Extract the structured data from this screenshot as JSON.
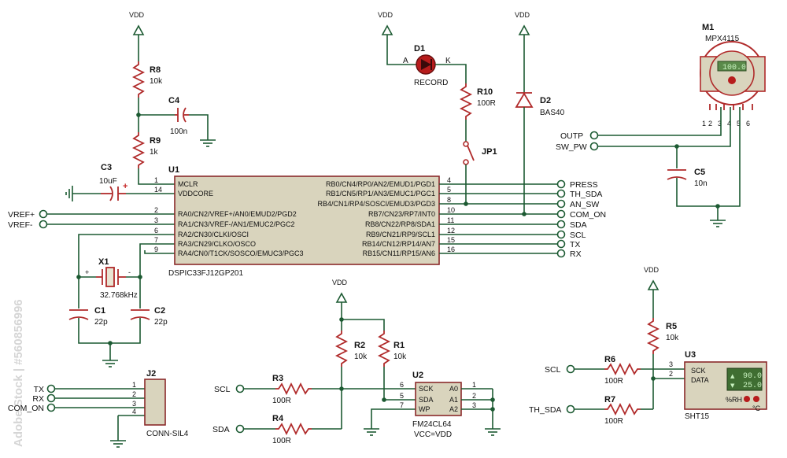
{
  "watermark": "Adobe Stock | #560856996",
  "power": {
    "vdd": "VDD"
  },
  "u1": {
    "ref": "U1",
    "part": "DSPIC33FJ12GP201",
    "left_pins": [
      {
        "num": "1",
        "name": "MCLR"
      },
      {
        "num": "14",
        "name": "VDDCORE"
      },
      {
        "num": "2",
        "name": "RA0/CN2/VREF+/AN0/EMUD2/PGD2"
      },
      {
        "num": "3",
        "name": "RA1/CN3/VREF-/AN1/EMUC2/PGC2"
      },
      {
        "num": "6",
        "name": "RA2/CN30/CLKI/OSCI"
      },
      {
        "num": "7",
        "name": "RA3/CN29/CLKO/OSCO"
      },
      {
        "num": "9",
        "name": "RA4/CN0/T1CK/SOSCO/EMUC3/PGC3"
      }
    ],
    "right_pins": [
      {
        "num": "4",
        "name": "RB0/CN4/RP0/AN2/EMUD1/PGD1",
        "net": "PRESS"
      },
      {
        "num": "5",
        "name": "RB1/CN5/RP1/AN3/EMUC1/PGC1",
        "net": "TH_SDA"
      },
      {
        "num": "8",
        "name": "RB4/CN1/RP4/SOSCI/EMUD3/PGD3",
        "net": "AN_SW"
      },
      {
        "num": "10",
        "name": "RB7/CN23/RP7/INT0",
        "net": "COM_ON"
      },
      {
        "num": "11",
        "name": "RB8/CN22/RP8/SDA1",
        "net": "SDA"
      },
      {
        "num": "12",
        "name": "RB9/CN21/RP9/SCL1",
        "net": "SCL"
      },
      {
        "num": "15",
        "name": "RB14/CN12/RP14/AN7",
        "net": "TX"
      },
      {
        "num": "16",
        "name": "RB15/CN11/RP15/AN6",
        "net": "RX"
      }
    ]
  },
  "vref": {
    "plus": "VREF+",
    "minus": "VREF-"
  },
  "r8": {
    "ref": "R8",
    "value": "10k"
  },
  "r9": {
    "ref": "R9",
    "value": "1k"
  },
  "c4": {
    "ref": "C4",
    "value": "100n"
  },
  "c3": {
    "ref": "C3",
    "value": "10uF",
    "polarity": "+"
  },
  "x1": {
    "ref": "X1",
    "value": "32.768kHz",
    "plus": "+",
    "minus": "-"
  },
  "c1": {
    "ref": "C1",
    "value": "22p"
  },
  "c2": {
    "ref": "C2",
    "value": "22p"
  },
  "d1": {
    "ref": "D1",
    "name": "RECORD",
    "anode": "A",
    "cathode": "K"
  },
  "r10": {
    "ref": "R10",
    "value": "100R"
  },
  "jp1": {
    "ref": "JP1"
  },
  "d2": {
    "ref": "D2",
    "value": "BAS40"
  },
  "m1": {
    "ref": "M1",
    "part": "MPX4115",
    "display": "100.0",
    "pins": [
      "1",
      "2",
      "3",
      "4",
      "5",
      "6"
    ],
    "nets": {
      "outp": "OUTP",
      "sw_pw": "SW_PW"
    }
  },
  "c5": {
    "ref": "C5",
    "value": "10n"
  },
  "j2": {
    "ref": "J2",
    "part": "CONN-SIL4",
    "pins": [
      {
        "num": "1",
        "net": "TX"
      },
      {
        "num": "2",
        "net": "RX"
      },
      {
        "num": "3",
        "net": "COM_ON"
      },
      {
        "num": "4",
        "net": ""
      }
    ]
  },
  "r2": {
    "ref": "R2",
    "value": "10k"
  },
  "r1": {
    "ref": "R1",
    "value": "10k"
  },
  "r3": {
    "ref": "R3",
    "value": "100R"
  },
  "r4": {
    "ref": "R4",
    "value": "100R"
  },
  "u2": {
    "ref": "U2",
    "part": "FM24CL64",
    "note": "VCC=VDD",
    "left_pins": [
      {
        "num": "6",
        "name": "SCK"
      },
      {
        "num": "5",
        "name": "SDA"
      },
      {
        "num": "7",
        "name": "WP"
      }
    ],
    "right_pins": [
      {
        "num": "1",
        "name": "A0"
      },
      {
        "num": "2",
        "name": "A1"
      },
      {
        "num": "3",
        "name": "A2"
      }
    ],
    "nets": {
      "scl": "SCL",
      "sda": "SDA"
    }
  },
  "r5": {
    "ref": "R5",
    "value": "10k"
  },
  "r6": {
    "ref": "R6",
    "value": "100R"
  },
  "r7": {
    "ref": "R7",
    "value": "100R"
  },
  "u3": {
    "ref": "U3",
    "part": "SHT15",
    "pins": [
      {
        "num": "3",
        "name": "SCK"
      },
      {
        "num": "2",
        "name": "DATA"
      }
    ],
    "humidity": "90.0",
    "temperature": "25.0",
    "rh_label": "%RH",
    "deg_label": "°C",
    "nets": {
      "scl": "SCL",
      "sda": "TH_SDA"
    }
  },
  "colors": {
    "wire": "#1c5a32",
    "component": "#b02a2a",
    "chip_fill": "#d9d4bd",
    "led": "#c62828"
  }
}
